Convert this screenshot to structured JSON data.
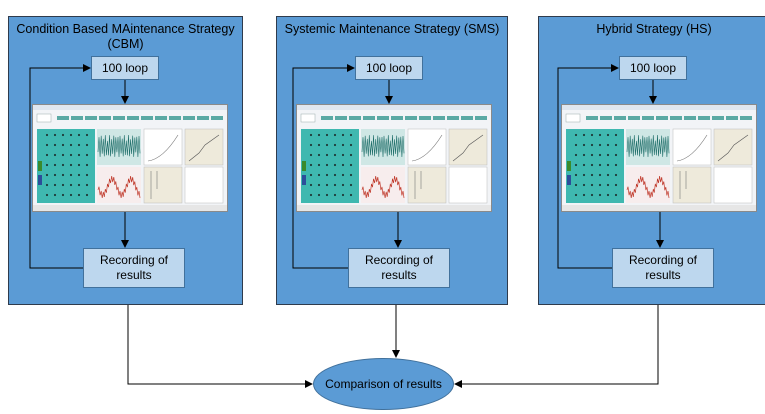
{
  "panels": [
    {
      "title": "Condition Based MAintenance Strategy\n(CBM)",
      "loop_label": "100 loop",
      "record_label": "Recording of\nresults"
    },
    {
      "title": "Systemic Maintenance Strategy  (SMS)",
      "loop_label": "100 loop",
      "record_label": "Recording of\nresults"
    },
    {
      "title": "Hybrid Strategy (HS)",
      "loop_label": "100 loop",
      "record_label": "Recording of\nresults"
    }
  ],
  "result_node": {
    "label": "Comparison of results"
  },
  "colors": {
    "panel": "#5b9bd5",
    "box": "#bdd7ee",
    "border": "#41719c",
    "arrow": "#000000",
    "sim_teal": "#3fb8b0",
    "sim_red": "#c0392b"
  }
}
